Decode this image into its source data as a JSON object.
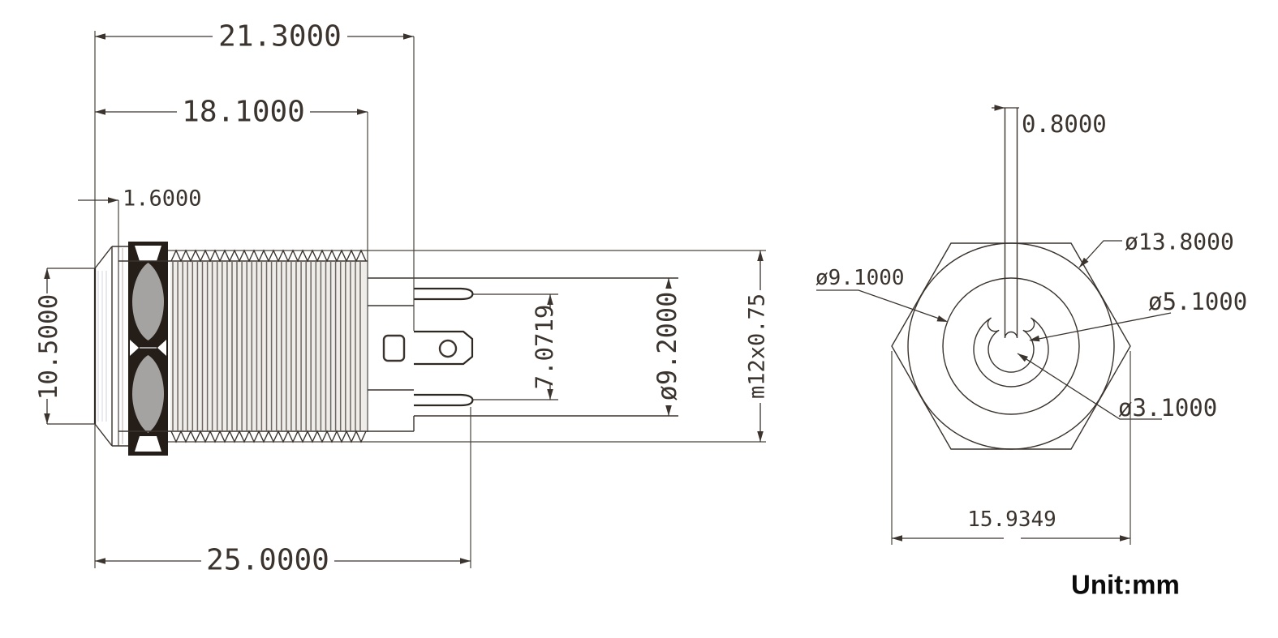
{
  "drawing": {
    "unit_note": "Unit:mm",
    "side_view": {
      "dim_head_to_terminal_base": "21.3000",
      "dim_head_to_thread_end": "18.1000",
      "dim_bezel_lip_thickness": "1.6000",
      "dim_button_face_diameter": "10.5000",
      "dim_overall_length": "25.0000",
      "dim_terminal_pin_span": "7.0719",
      "dim_rear_body_diameter": "ø9.2000",
      "thread_spec": "m12x0.75"
    },
    "front_view": {
      "dim_led_slot_width": "0.8000",
      "dim_bezel_diameter": "ø13.8000",
      "dim_button_diameter": "ø9.1000",
      "dim_power_symbol_outer": "ø5.1000",
      "dim_power_symbol_inner": "ø3.1000",
      "dim_across_body": "15.9349"
    }
  }
}
